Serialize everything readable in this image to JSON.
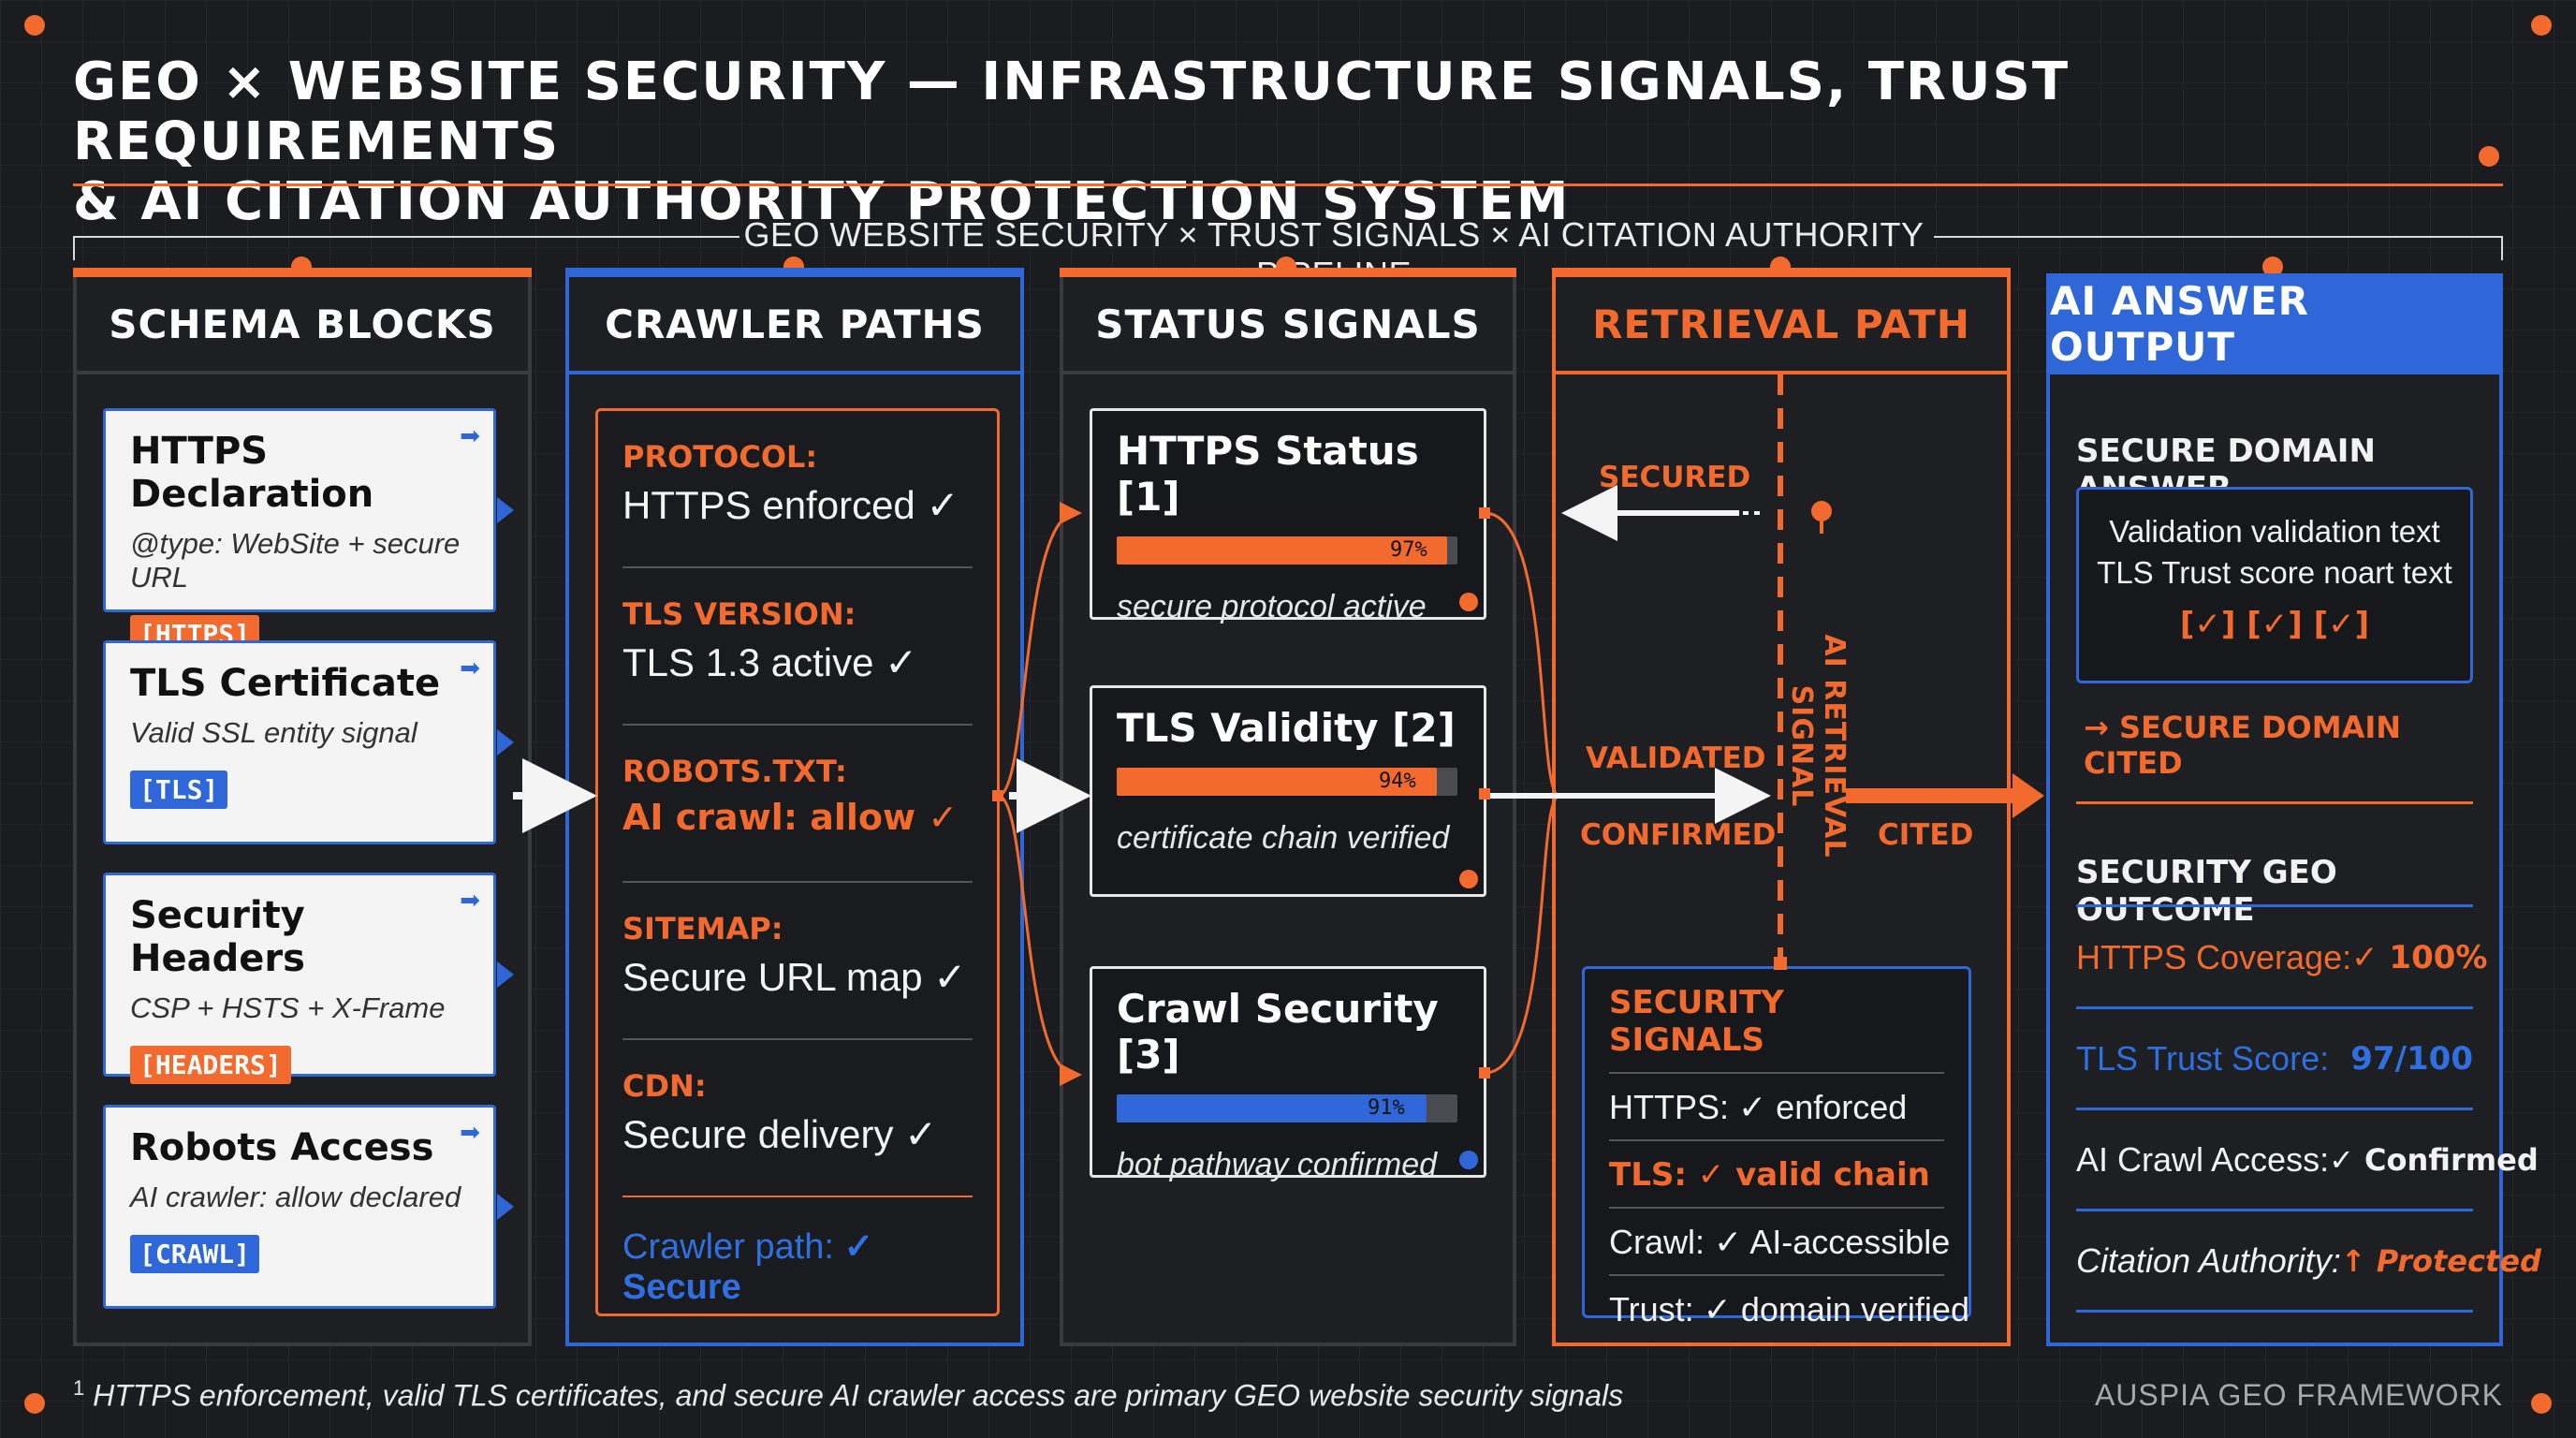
{
  "header": {
    "title_line1": "GEO × WEBSITE SECURITY — INFRASTRUCTURE SIGNALS, TRUST REQUIREMENTS",
    "title_line2": "& AI CITATION AUTHORITY PROTECTION SYSTEM",
    "pipeline_label": "GEO WEBSITE SECURITY × TRUST SIGNALS × AI CITATION AUTHORITY PIPELINE"
  },
  "columns": {
    "schema": {
      "heading": "SCHEMA BLOCKS",
      "cards": [
        {
          "title": "HTTPS Declaration",
          "subtitle": "@type: WebSite + secure URL",
          "tag": "[HTTPS]",
          "tag_color": "#f26a2e"
        },
        {
          "title": "TLS Certificate",
          "subtitle": "Valid SSL entity signal",
          "tag": "[TLS]",
          "tag_color": "#2f67d8"
        },
        {
          "title": "Security Headers",
          "subtitle": "CSP + HSTS + X-Frame",
          "tag": "[HEADERS]",
          "tag_color": "#f26a2e"
        },
        {
          "title": "Robots Access",
          "subtitle": "AI crawler: allow declared",
          "tag": "[CRAWL]",
          "tag_color": "#2f67d8"
        }
      ]
    },
    "crawler": {
      "heading": "CRAWLER PATHS",
      "items": [
        {
          "label": "PROTOCOL:",
          "value": "HTTPS enforced ✓"
        },
        {
          "label": "TLS VERSION:",
          "value": "TLS 1.3 active ✓"
        },
        {
          "label": "ROBOTS.TXT:",
          "value": "AI crawl: allow ✓"
        },
        {
          "label": "SITEMAP:",
          "value": "Secure URL map ✓"
        },
        {
          "label": "CDN:",
          "value": "Secure delivery ✓"
        }
      ],
      "footer_prefix": "Crawler path: ",
      "footer_value": "✓ Secure"
    },
    "status": {
      "heading": "STATUS SIGNALS",
      "cards": [
        {
          "title": "HTTPS Status [1]",
          "percent_label": "97%",
          "percent": 97,
          "bar_color": "#f26a2e",
          "desc": "secure protocol active",
          "dot_color": "#f26a2e"
        },
        {
          "title": "TLS Validity [2]",
          "percent_label": "94%",
          "percent": 94,
          "bar_color": "#f26a2e",
          "desc": "certificate chain verified",
          "dot_color": "#f26a2e"
        },
        {
          "title": "Crawl Security [3]",
          "percent_label": "91%",
          "percent": 91,
          "bar_color": "#2f67d8",
          "desc": "bot pathway confirmed",
          "dot_color": "#2f67d8"
        }
      ]
    },
    "retrieval": {
      "heading": "RETRIEVAL PATH",
      "vertical_label": "AI RETRIEVAL SIGNAL",
      "secured": "SECURED",
      "validated": "VALIDATED",
      "confirmed": "CONFIRMED",
      "cited": "CITED",
      "signals": {
        "title": "SECURITY SIGNALS",
        "rows": [
          {
            "text": "HTTPS: ✓ enforced"
          },
          {
            "text": "TLS: ✓ valid chain"
          },
          {
            "text": "Crawl: ✓ AI-accessible"
          },
          {
            "text": "Trust: ✓ domain verified"
          }
        ]
      }
    },
    "output": {
      "heading": "AI ANSWER OUTPUT",
      "answer_heading": "SECURE DOMAIN ANSWER",
      "answer_line1": "Validation validation text",
      "answer_line2": "TLS Trust score noart text",
      "answer_checks": "[✓] [✓] [✓]",
      "cited_line": "→ SECURE DOMAIN CITED",
      "outcome_heading": "SECURITY GEO OUTCOME",
      "outcomes": [
        {
          "label": "HTTPS Coverage:",
          "value": "✓ 100%"
        },
        {
          "label": "TLS Trust Score:",
          "value": "97/100"
        },
        {
          "label": "AI Crawl Access:",
          "value": "✓ Confirmed"
        },
        {
          "label": "Citation Authority:",
          "value": "↑ Protected"
        }
      ]
    }
  },
  "footnote_marker": "1",
  "footnote": "HTTPS enforcement, valid TLS certificates, and secure AI crawler access are primary GEO website security signals",
  "brand": "AUSPIA GEO FRAMEWORK",
  "colors": {
    "accent_orange": "#f26a2e",
    "accent_blue": "#2f67d8",
    "background": "#1b1c1f"
  }
}
